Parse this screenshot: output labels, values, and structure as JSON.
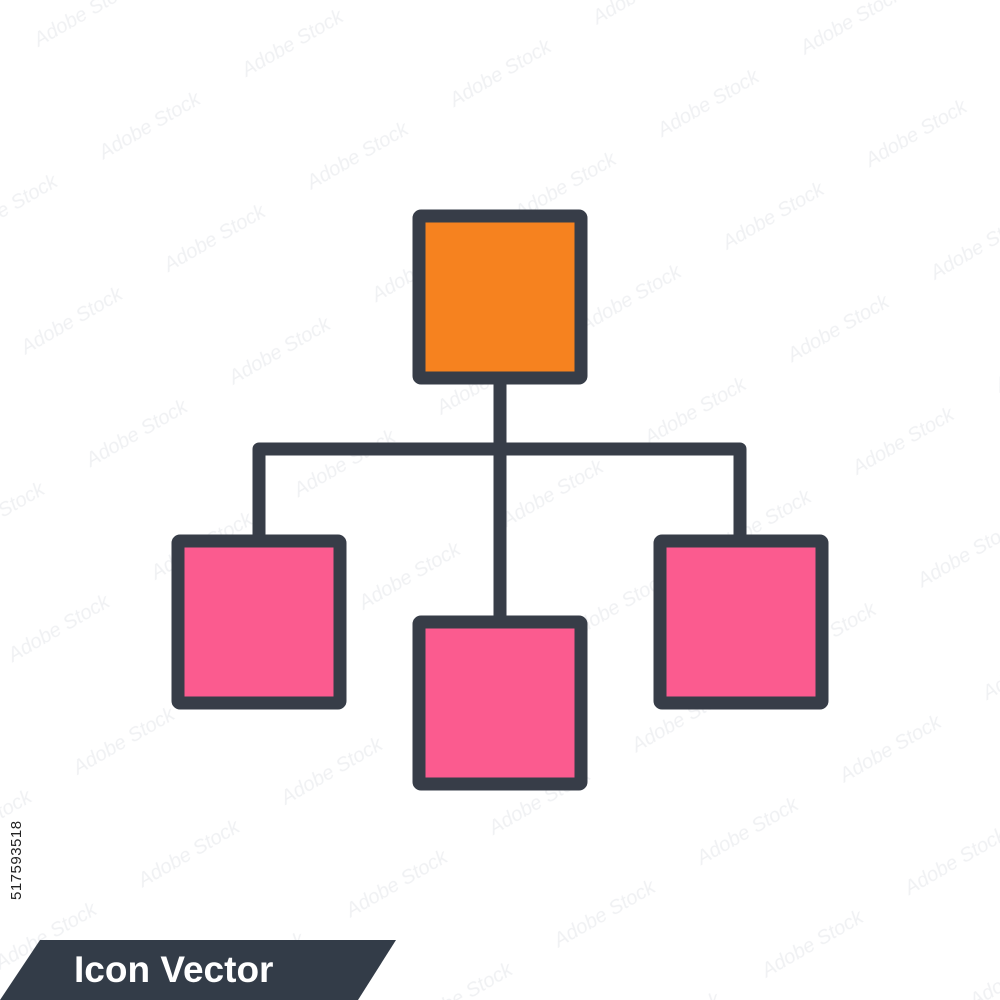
{
  "icon": {
    "name": "hierarchy-structure-icon",
    "colors": {
      "stroke": "#373d48",
      "root_fill": "#f6821f",
      "child_fill": "#fb5b8f"
    }
  },
  "watermark": {
    "text": "Adobe Stock"
  },
  "stock_id": "517593518",
  "banner": {
    "label": "Icon Vector",
    "background": "#333c48",
    "text_color": "#ffffff"
  }
}
